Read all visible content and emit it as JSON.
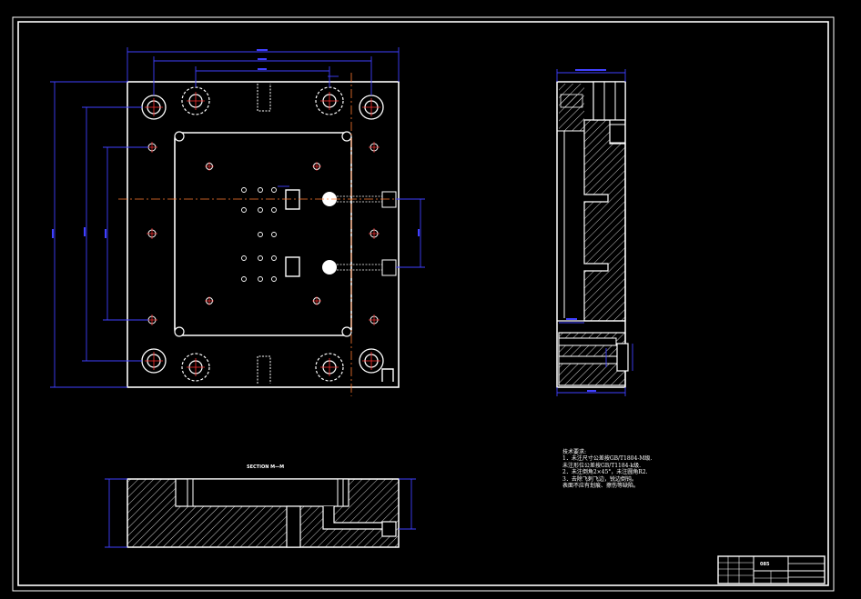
{
  "section_label": "SECTION M—M",
  "notes": {
    "title": "技术要求:",
    "lines": [
      "1．未注尺寸公差按GB/T1804-M级.",
      "   未注形位公差按GB/T1184-k级.",
      "2．未注倒角2×45°，未注圆角R2.",
      "3．去除飞刺飞边，锐边倒钝。",
      "   表面不应有划痕、擦伤等缺陷。"
    ]
  },
  "title_block": {
    "part_no": "085"
  },
  "colors": {
    "outline": "#ffffff",
    "dimension": "#4040ff",
    "centerline": "#ff3030",
    "center_alt": "#ff7a30",
    "background": "#000000"
  }
}
